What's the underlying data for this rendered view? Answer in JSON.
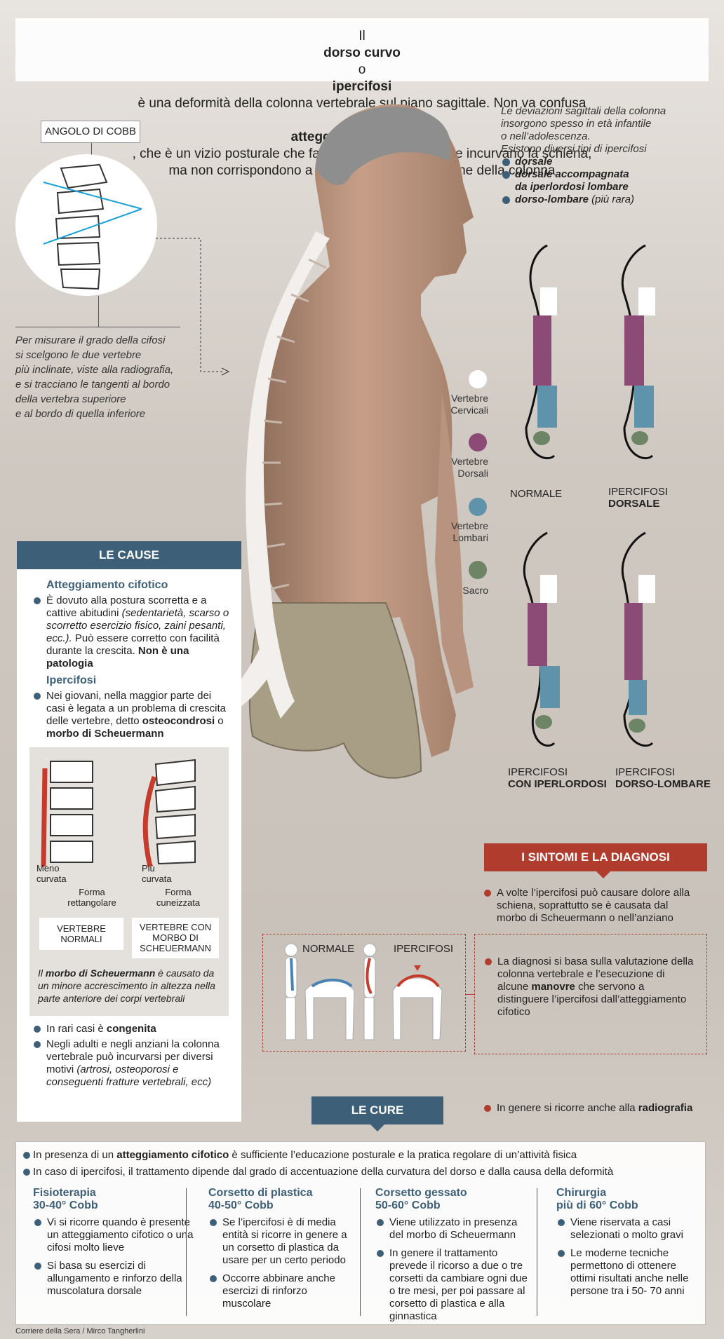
{
  "header": {
    "line1_a": "Il ",
    "line1_b": "dorso curvo",
    "line1_c": " o ",
    "line1_d": "ipercifosi",
    "line1_e": " è una deformità della colonna vertebrale sul piano sagittale. Non va confusa",
    "line2_a": "con l’",
    "line2_b": "atteggiamento cifotico",
    "line2_c": ", che è un vizio posturale che fa assumere posizioni che incurvano la schiena,",
    "line3": "ma non corrispondono a una effettiva deformazione della colonna"
  },
  "cobb": {
    "tag": "ANGOLO DI COBB",
    "lines": [
      "Per misurare il grado della cifosi",
      "si scelgono le due vertebre",
      "più inclinate, viste alla radiografia,",
      "e si tracciano le tangenti al bordo",
      "della vertebra superiore",
      "e al bordo di quella inferiore"
    ]
  },
  "info": {
    "lines": [
      "Le deviazioni sagittali della colonna",
      "insorgono spesso in età infantile",
      "o nell’adolescenza.",
      "Esistono diversi tipi di ipercifosi"
    ],
    "types": [
      "dorsale",
      "dorsale accompagnata",
      "da iperlordosi lombare"
    ],
    "type3_a": "dorso-lombare",
    "type3_b": " (più rara)"
  },
  "legend": {
    "cervical": "Vertebre Cervicali",
    "dorsal": "Vertebre Dorsali",
    "lumbar": "Vertebre Lombari",
    "sacrum": "Sacro",
    "colors": {
      "cervical": "#ffffff",
      "dorsal": "#8c4a76",
      "lumbar": "#5e93ab",
      "sacrum": "#6e8565"
    }
  },
  "spines": {
    "normal": "NORMALE",
    "dorsal_1": "IPERCIFOSI",
    "dorsal_2": "DORSALE",
    "hyper_1": "IPERCIFOSI",
    "hyper_2": "CON IPERLORDOSI",
    "dl_1": "IPERCIFOSI",
    "dl_2": "DORSO-LOMBARE"
  },
  "causes": {
    "title": "LE CAUSE",
    "sub1": "Atteggiamento cifotico",
    "b1_a": "È dovuto alla postura scorretta e a cattive abitudini ",
    "b1_b": "(sedentarietà, scarso o scorretto esercizio fisico, zaini pesanti, ecc.).",
    "b1_c": " Può essere corretto con facilità durante la crescita. ",
    "b1_d": "Non è una patologia",
    "sub2": "Ipercifosi",
    "b2_a": "Nei giovani, nella maggior parte dei casi è legata a un problema di crescita delle vertebre, detto ",
    "b2_b": "osteocondrosi",
    "b2_c": " o ",
    "b2_d": "morbo di Scheuermann",
    "meno": "Meno curvata",
    "piu": "Più curvata",
    "forma_r": "Forma rettangolare",
    "forma_c": "Forma cuneizzata",
    "normali": "VERTEBRE NORMALI",
    "morbo": "VERTEBRE CON MORBO DI SCHEUERMANN",
    "note_a": "Il ",
    "note_b": "morbo di Scheuermann",
    "note_c": " è causato da un minore accrescimento in altezza nella parte anteriore dei corpi vertebrali",
    "b3_a": "In rari casi è ",
    "b3_b": "congenita",
    "b4_a": "Negli adulti e negli anziani la colonna vertebrale può incurvarsi per diversi motivi ",
    "b4_b": "(artrosi, osteoporosi e conseguenti fratture vertebrali, ecc)"
  },
  "symptoms": {
    "title": "I SINTOMI E LA DIAGNOSI",
    "s1": "A volte l’ipercifosi può causare dolore alla schiena, soprattutto se è causata dal morbo di Scheuermann o nell’anziano",
    "test_normal": "NORMALE",
    "test_hyper": "IPERCIFOSI",
    "s2_a": "La diagnosi si basa sulla valutazione della colonna vertebrale e l’esecuzione di alcune ",
    "s2_b": "manovre",
    "s2_c": " che servono a distinguere l’ipercifosi dall’atteggiamento cifotico",
    "s3_a": "In genere si ricorre anche alla ",
    "s3_b": "radiografia"
  },
  "cures": {
    "title": "LE CURE",
    "i1_a": "In presenza di un ",
    "i1_b": "atteggiamento cifotico",
    "i1_c": " è sufficiente l’educazione posturale e la pratica regolare di un’attività fisica",
    "i2": "In caso di ipercifosi, il trattamento dipende dal grado di accentuazione della curvatura del dorso e dalla causa della deformità",
    "cols": [
      {
        "h1": "Fisioterapia",
        "h2": "30-40° Cobb",
        "b": [
          "Vi si ricorre quando è presente un atteggiamento cifotico o una cifosi molto lieve",
          "Si basa su esercizi di allungamento e rinforzo della muscolatura dorsale"
        ]
      },
      {
        "h1": "Corsetto di plastica",
        "h2": "40-50° Cobb",
        "b": [
          "Se l’ipercifosi è di media entità si ricorre in genere a un corsetto di plastica da usare per un certo periodo",
          "Occorre abbinare anche esercizi di rinforzo muscolare"
        ]
      },
      {
        "h1": "Corsetto gessato",
        "h2": "50-60° Cobb",
        "b": [
          "Viene utilizzato in presenza del morbo di Scheuermann",
          "In genere il trattamento prevede il ricorso a due o tre corsetti da cambiare ogni due o tre mesi, per poi passare al corsetto di plastica e alla ginnastica"
        ]
      },
      {
        "h1": "Chirurgia",
        "h2": "più di 60° Cobb",
        "b": [
          "Viene riservata a casi selezionati o molto gravi",
          "Le moderne tecniche permettono di ottenere ottimi risultati anche nelle persone tra i 50- 70 anni"
        ]
      }
    ]
  },
  "credit": "Corriere della Sera / Mirco Tangherlini"
}
